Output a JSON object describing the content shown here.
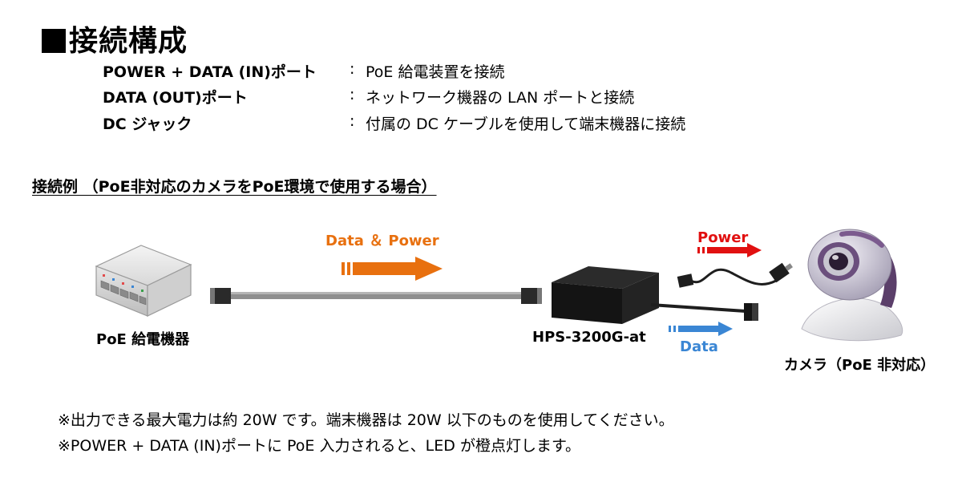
{
  "title": "接続構成",
  "specs": [
    {
      "label": "POWER + DATA (IN)ポート",
      "colon": ":",
      "desc": "PoE 給電装置を接続"
    },
    {
      "label": "DATA (OUT)ポート",
      "colon": ":",
      "desc": "ネットワーク機器の LAN ポートと接続"
    },
    {
      "label": "DC ジャック",
      "colon": ":",
      "desc": "付属の DC ケーブルを使用して端末機器に接続"
    }
  ],
  "example_heading": "接続例 （PoE非対応のカメラをPoE環境で使用する場合）",
  "diagram": {
    "data_power_label": "Data ＆ Power",
    "power_label": "Power",
    "data_label": "Data",
    "switch_label": "PoE 給電機器",
    "injector_label": "HPS-3200G-at",
    "camera_label": "カメラ（PoE 非対応）"
  },
  "notes": [
    "※出力できる最大電力は約 20W です。端末機器は 20W 以下のものを使用してください。",
    "※POWER + DATA (IN)ポートに PoE 入力されると、LED が橙点灯します。"
  ],
  "colors": {
    "orange": "#e8700f",
    "red": "#e11010",
    "blue": "#3a86d4"
  }
}
